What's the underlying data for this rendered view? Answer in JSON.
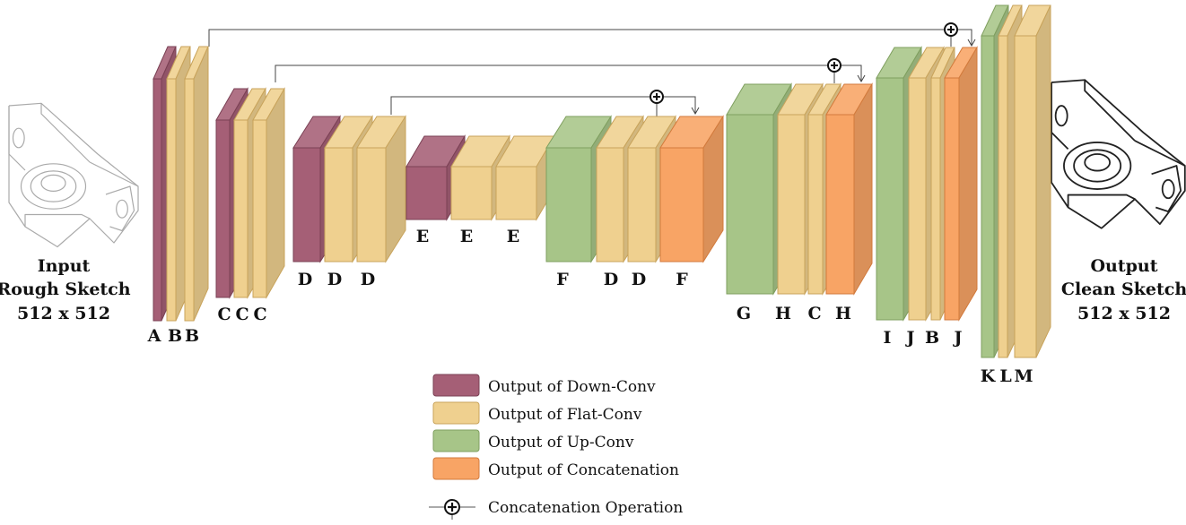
{
  "colors": {
    "down": "#a55f76",
    "flat": "#efd08f",
    "up": "#a7c588",
    "concat": "#f8a465",
    "line": "#555555"
  },
  "input_caption": [
    "Input",
    "Rough Sketch",
    "512 x 512"
  ],
  "output_caption": [
    "Output",
    "Clean Sketch",
    "512 x 512"
  ],
  "layer_labels": [
    "A",
    "B",
    "B",
    "C",
    "C",
    "C",
    "D",
    "D",
    "D",
    "E",
    "E",
    "E",
    "F",
    "D",
    "D",
    "F",
    "G",
    "H",
    "C",
    "H",
    "I",
    "J",
    "B",
    "J",
    "K",
    "L",
    "M"
  ],
  "legend": [
    {
      "type": "down",
      "label": "Output of Down-Conv"
    },
    {
      "type": "flat",
      "label": "Output of Flat-Conv"
    },
    {
      "type": "up",
      "label": "Output of Up-Conv"
    },
    {
      "type": "concat",
      "label": "Output of Concatenation"
    }
  ],
  "concat_op_label": "Concatenation Operation",
  "skip_connections": 3
}
